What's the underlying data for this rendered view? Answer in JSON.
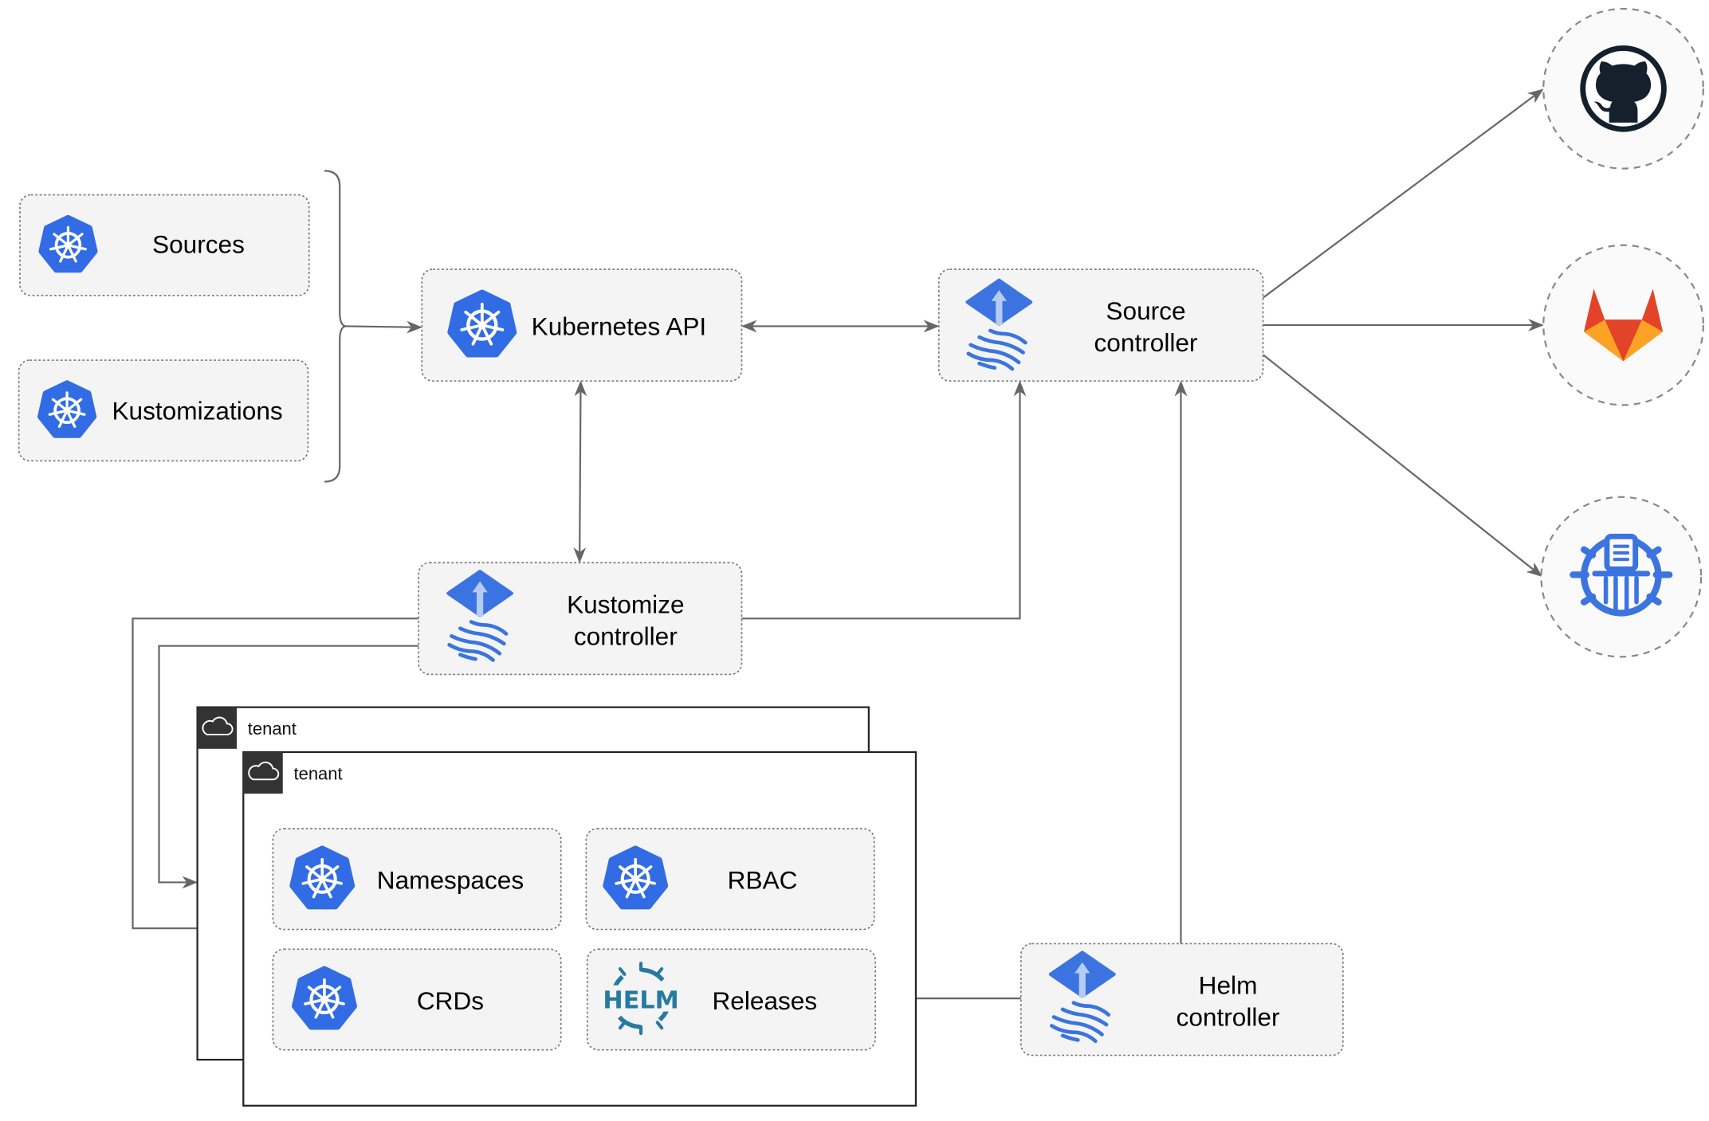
{
  "nodes": {
    "sources": "Sources",
    "kustomizations": "Kustomizations",
    "kubernetes_api": "Kubernetes API",
    "source_controller": [
      "Source",
      "controller"
    ],
    "kustomize_controller": [
      "Kustomize",
      "controller"
    ],
    "helm_controller": [
      "Helm",
      "controller"
    ],
    "namespaces": "Namespaces",
    "rbac": "RBAC",
    "crds": "CRDs",
    "releases": "Releases"
  },
  "tenants": [
    {
      "label": "tenant",
      "icon": "cloud-icon"
    },
    {
      "label": "tenant",
      "icon": "cloud-icon"
    }
  ],
  "helm_logo_text": "HELM",
  "external_sources": [
    {
      "icon": "github-icon"
    },
    {
      "icon": "gitlab-icon"
    },
    {
      "icon": "bucket-icon"
    }
  ],
  "colors": {
    "kubernetes_blue": "#326ce5",
    "flux_blue": "#3b74e0",
    "gitlab_orange": "#e24329",
    "helm_blue": "#277a9f",
    "edge": "#666666",
    "box_fill": "#f4f4f4"
  }
}
